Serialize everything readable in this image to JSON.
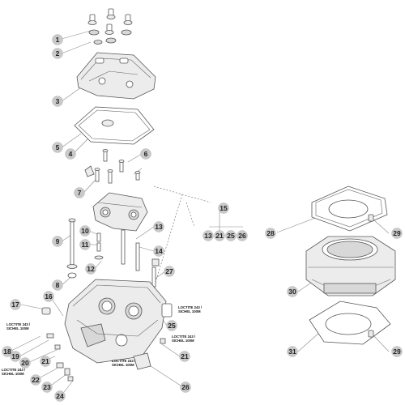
{
  "callouts": {
    "c1": "1",
    "c2": "2",
    "c3": "3",
    "c4": "4",
    "c5": "5",
    "c6": "6",
    "c7": "7",
    "c8": "8",
    "c9": "9",
    "c10": "10",
    "c11": "11",
    "c12": "12",
    "c13a": "13",
    "c13b": "13",
    "c14": "14",
    "c15": "15",
    "c16": "16",
    "c17": "17",
    "c18": "18",
    "c19": "19",
    "c20": "20",
    "c21a": "21",
    "c21b": "21",
    "c21c": "21",
    "c22": "22",
    "c23": "23",
    "c24": "24",
    "c25a": "25",
    "c25b": "25",
    "c26a": "26",
    "c26b": "26",
    "c27": "27",
    "c28": "28",
    "c29a": "29",
    "c29b": "29",
    "c30": "30",
    "c31": "31"
  },
  "notes": {
    "n17_l1": "LOCTITE 243 /",
    "n17_l2": "SICHEL 100M",
    "n25_l1": "LOCTITE 243 /",
    "n25_l2": "SICHEL 100M",
    "n21_l1": "LOCTITE 243 /",
    "n21_l2": "SICHEL 100M",
    "n22_l1": "LOCTITE 243 /",
    "n22_l2": "SICHEL 100M",
    "n26_l1": "LOCTITE 243 /",
    "n26_l2": "SICHEL 100M"
  }
}
